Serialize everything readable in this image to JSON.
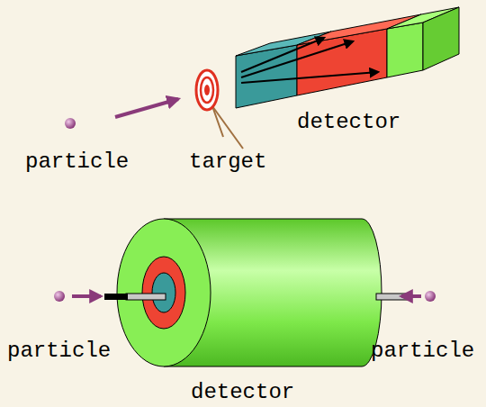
{
  "diagram": {
    "labels": [
      "particle",
      "target",
      "detector",
      "particle",
      "particle",
      "detector"
    ]
  }
}
